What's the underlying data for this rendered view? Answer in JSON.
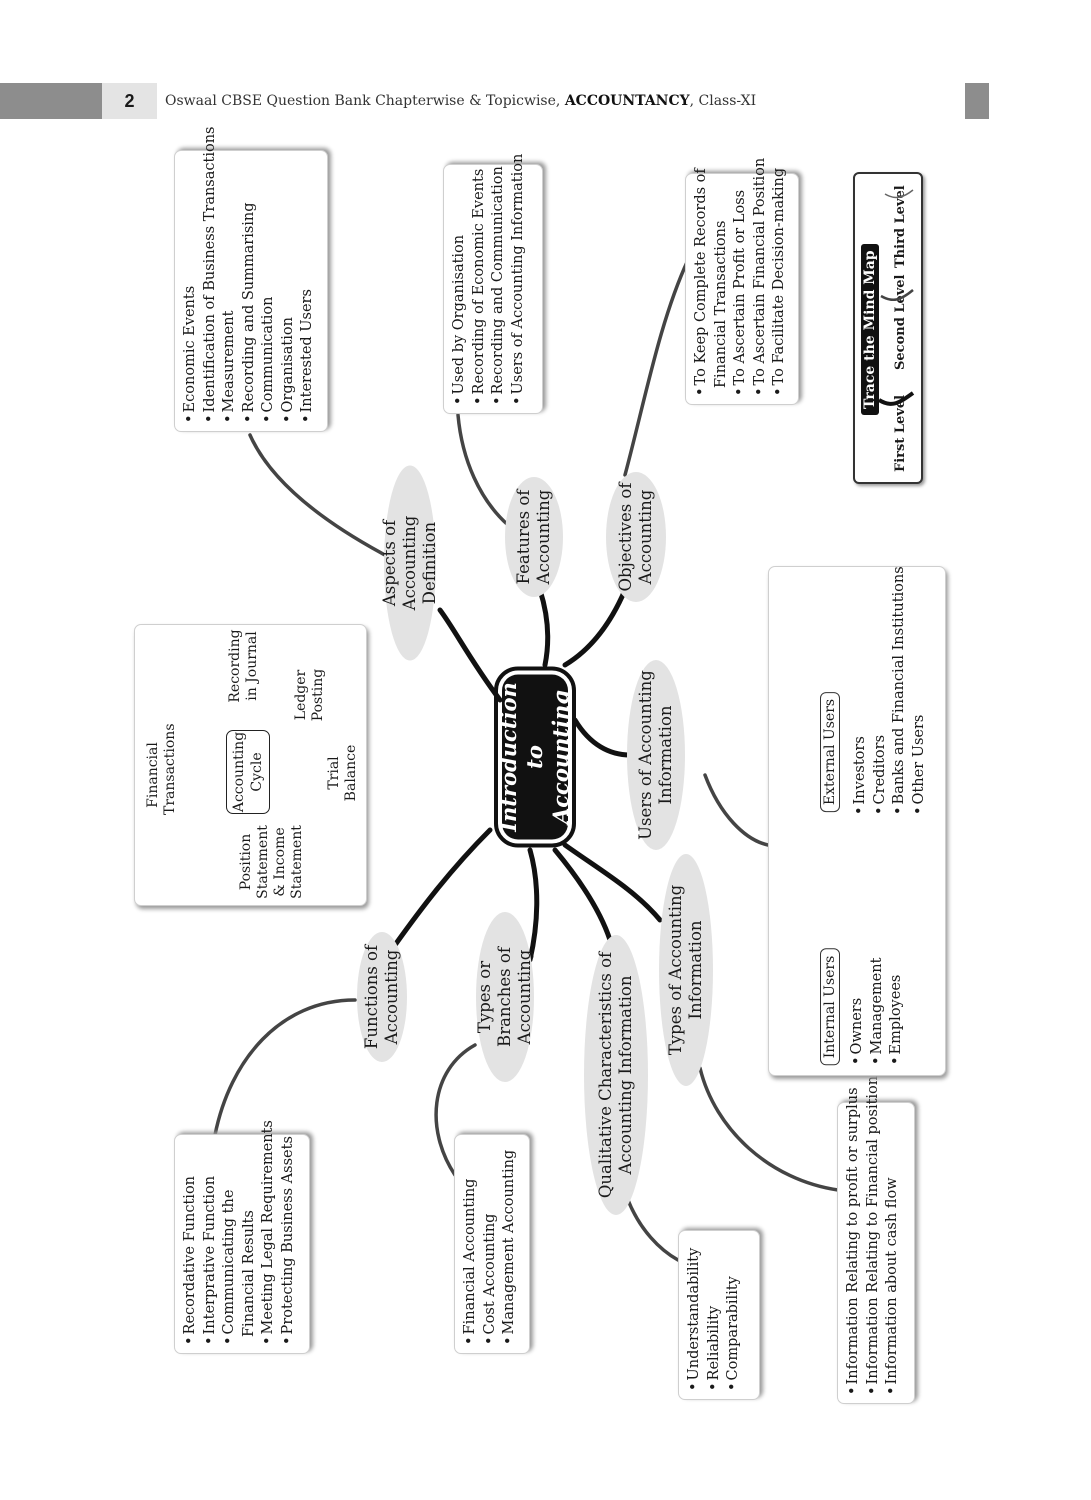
{
  "header": {
    "page_number": "2",
    "title_prefix": "Oswaal CBSE Question Bank Chapterwise & Topicwise, ",
    "title_subject": "ACCOUNTANCY",
    "title_suffix": ", Class-XI"
  },
  "center": {
    "line1": "Introduction",
    "line2": "to Accounting"
  },
  "ovals": {
    "aspects": "Aspects of Accounting Definition",
    "features": "Features of Accounting",
    "objectives": "Objectives of Accounting",
    "users": "Users of Accounting Information",
    "types_info": "Types of Accounting Information",
    "qualitative": "Qualitative Characteristics of Accounting Information",
    "branches": "Types or Branches of Accounting",
    "functions": "Functions of Accounting"
  },
  "boxes": {
    "aspects": [
      "Economic Events",
      "Identification of Business Transactions",
      "Measurement",
      "Recording and Summarising",
      "Communication",
      "Organisation",
      "Interested Users"
    ],
    "features": [
      "Used by Organisation",
      "Recording of Economic Events",
      "Recording and Communication",
      "Users of Accounting Information"
    ],
    "objectives": [
      "To Keep Complete Records of",
      "Financial Transactions",
      "To Ascertain Profit or Loss",
      "To Ascertain Financial Position",
      "To Facilitate Decision-making"
    ],
    "functions": [
      "Recordative Function",
      "Interprative Function",
      "Communicating the",
      "Financial Results",
      "Meeting Legal Requirements",
      "Protecting Business Assets"
    ],
    "branches": [
      "Financial Accounting",
      "Cost Accounting",
      "Management Accounting"
    ],
    "qualitative": [
      "Understandability",
      "Reliability",
      "Comparability"
    ],
    "types_info": [
      "Information Relating to profit or surplus",
      "Information Relating to Financial position",
      "Information about cash flow"
    ]
  },
  "users_box": {
    "internal_label": "Internal Users",
    "internal": [
      "Owners",
      "Management",
      "Employees"
    ],
    "external_label": "External Users",
    "external": [
      "Investors",
      "Creditors",
      "Banks and Financial Institutions",
      "Other Users"
    ]
  },
  "cycle": {
    "center": "Accounting Cycle",
    "financial": "Financial Transactions",
    "recording": "Recording in Journal",
    "ledger": "Ledger Posting",
    "trial": "Trial Balance",
    "position": "Position Statement & Income Statement"
  },
  "legend": {
    "title": "Trace the Mind Map",
    "first": "First Level",
    "second": "Second Level",
    "third": "Third Level"
  }
}
